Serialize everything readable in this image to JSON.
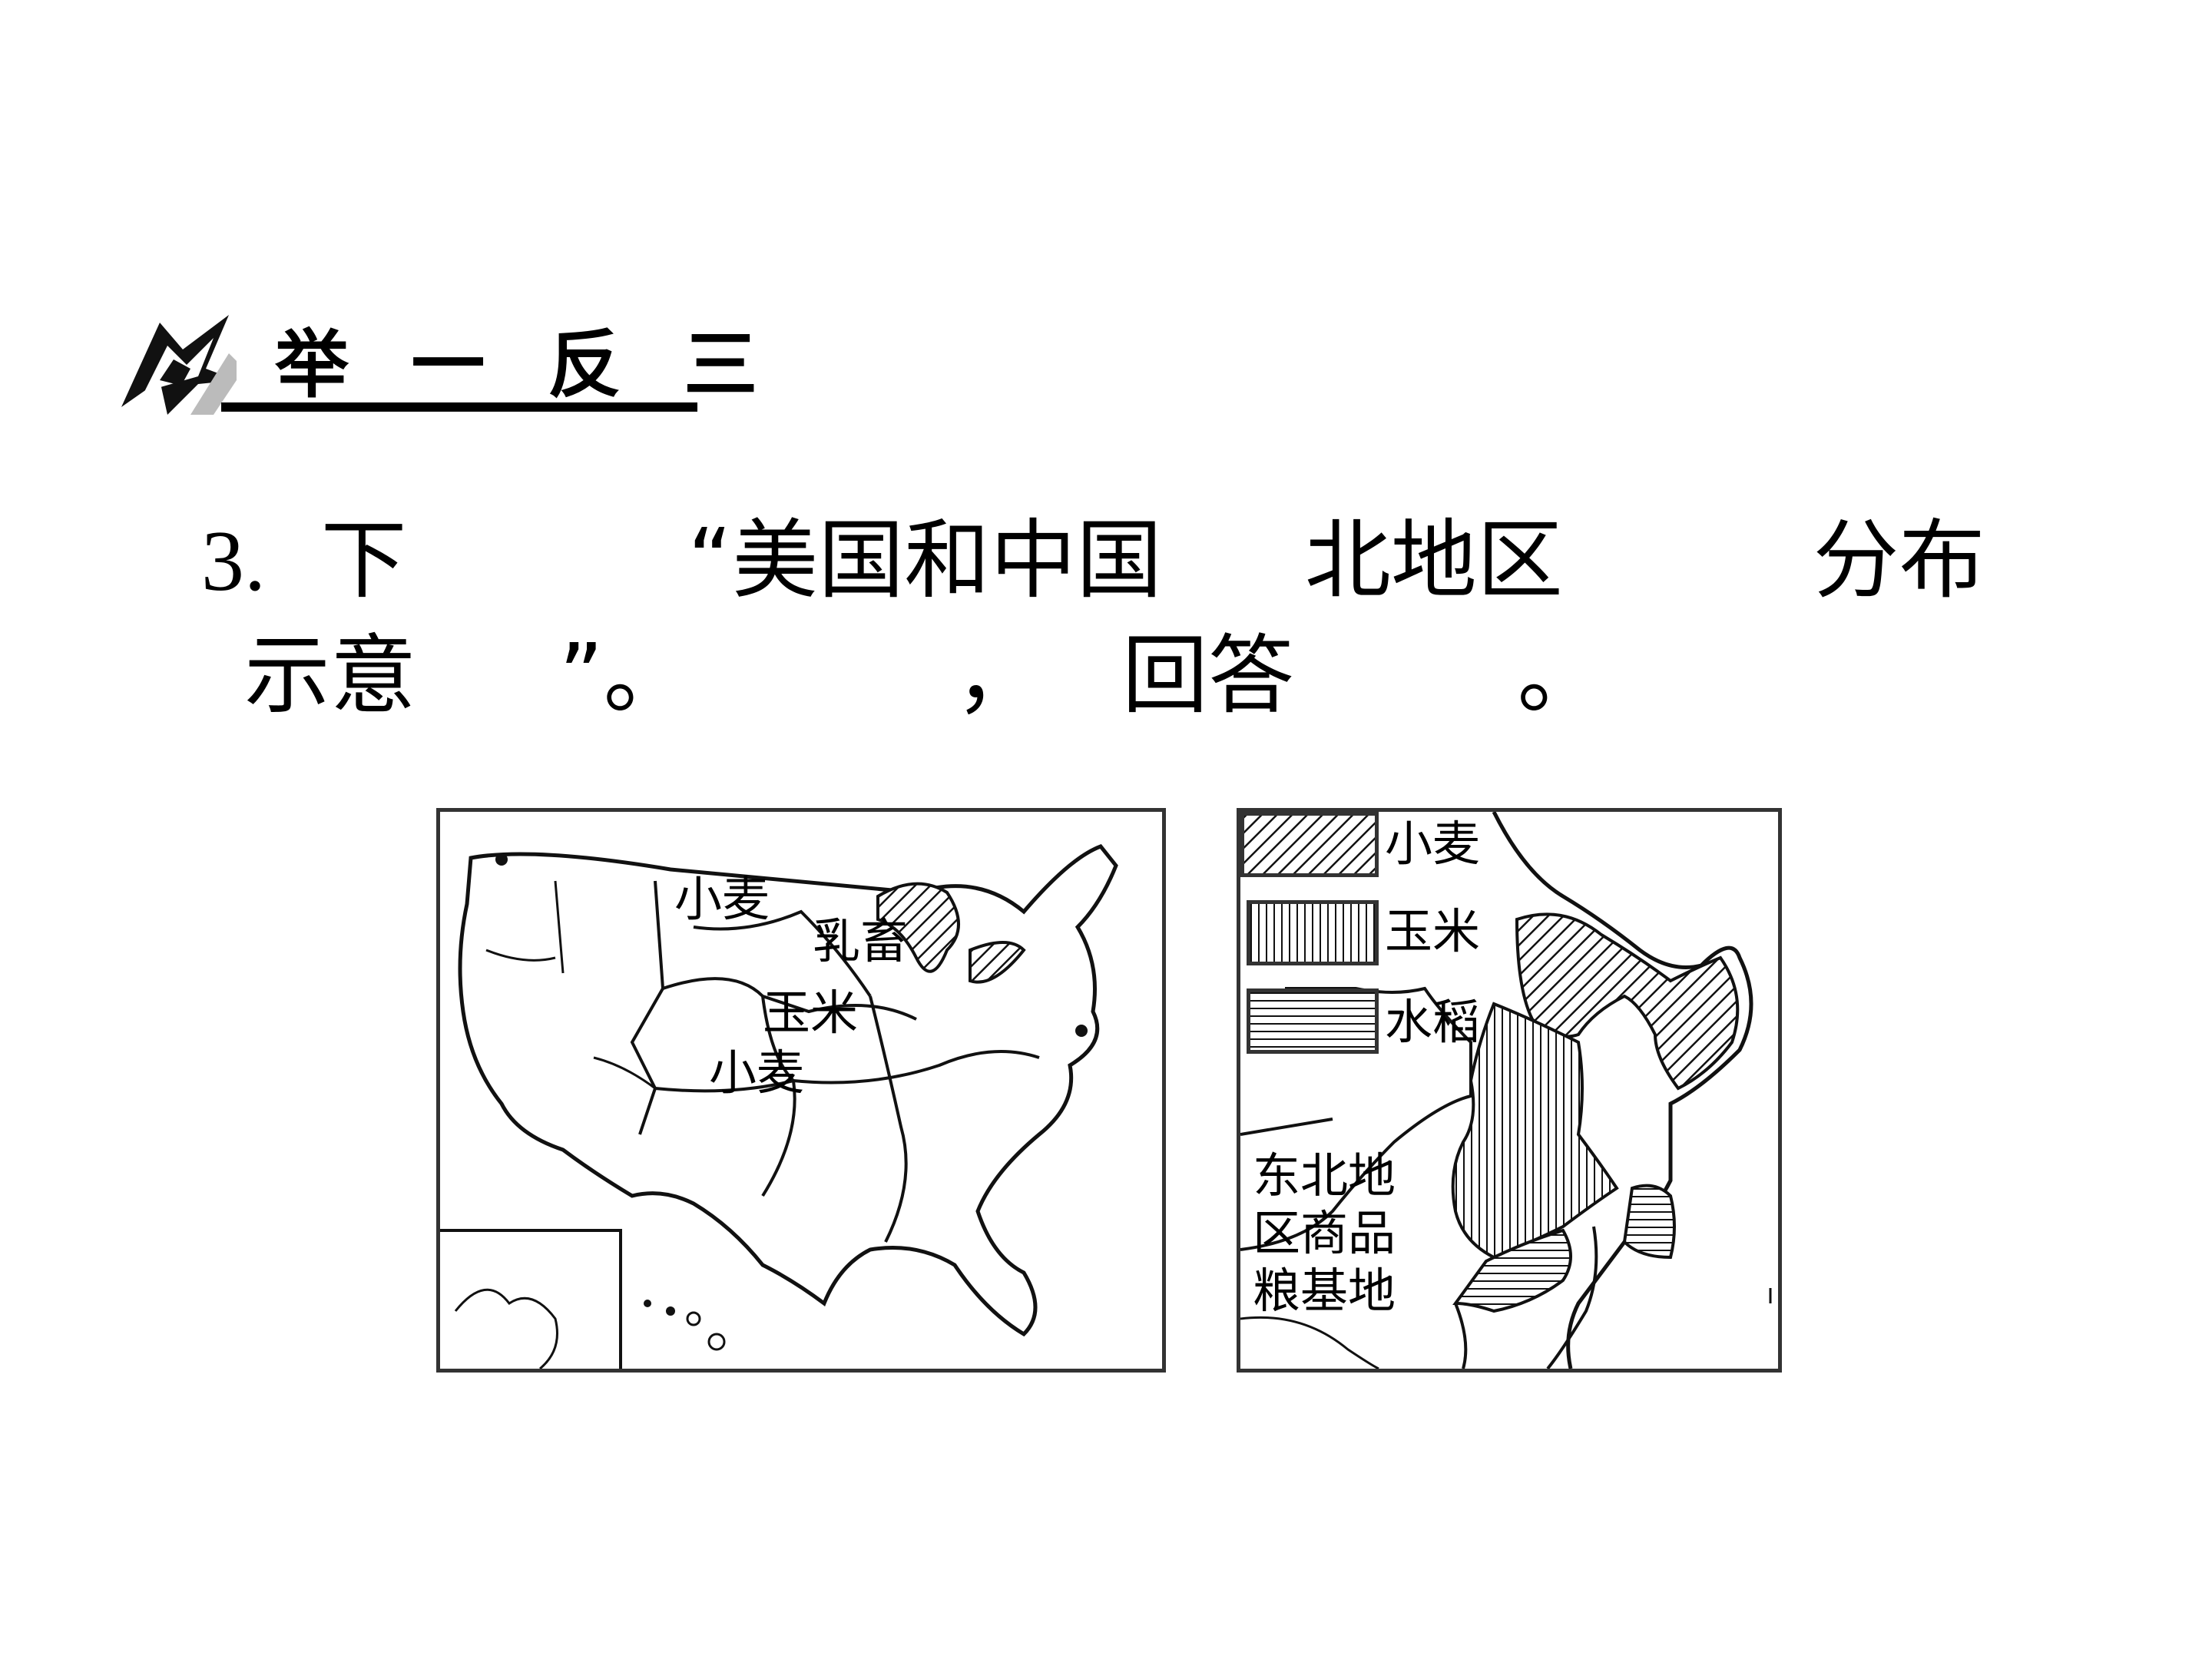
{
  "header": {
    "title": "举 一 反 三",
    "logo_icon": "star-burst-icon"
  },
  "question": {
    "line1": [
      "3.",
      "下",
      "“美国和中国",
      "北地区",
      "分布"
    ],
    "line2": [
      "示意",
      "”。",
      "，",
      "回答",
      "。"
    ]
  },
  "us_map": {
    "labels": {
      "wheat_north": "小麦",
      "dairy": "乳畜",
      "corn": "玉米",
      "wheat_south": "小麦"
    }
  },
  "china_map": {
    "legend": [
      {
        "label": "小麦",
        "pattern": "diagonal"
      },
      {
        "label": "玉米",
        "pattern": "vertical"
      },
      {
        "label": "水稻",
        "pattern": "horizontal"
      }
    ],
    "base_label": [
      "东北地",
      "区商品",
      "粮基地"
    ]
  }
}
